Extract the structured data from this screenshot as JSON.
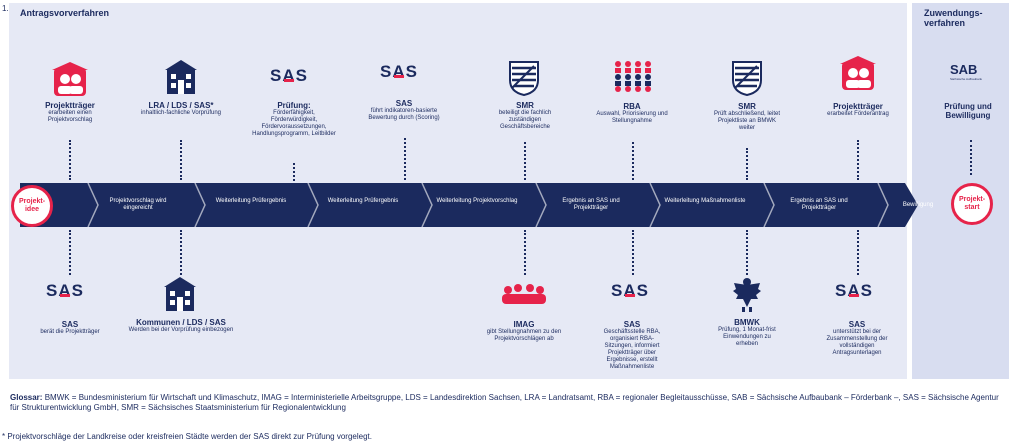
{
  "footnote_marker": "1.",
  "panel_main_title": "Antragsvorverfahren",
  "panel_right_title": "Zuwendungs-\nverfahren",
  "colors": {
    "navy": "#1b2a5e",
    "red": "#e6234a",
    "panel": "#e6e9f5",
    "panel_right": "#d8ddf0"
  },
  "top_steps": [
    {
      "icon": "people-icon",
      "title": "Projektträger",
      "text": "erarbeiten einen Projektvorschlag"
    },
    {
      "icon": "building-icon",
      "title": "LRA / LDS / SAS*",
      "text": "inhaltlich-fachliche Vorprüfung"
    },
    {
      "icon": "sas-logo",
      "title": "Prüfung:",
      "text": "Förderfähigkeit, Förderwürdigkeit, Fördervoraussetzungen, Handlungsprogramm, Leitbilder"
    },
    {
      "icon": "sas-logo",
      "title": "SAS",
      "text": "führt indikatoren-basierte Bewertung durch (Scoring)"
    },
    {
      "icon": "crest-icon",
      "title": "SMR",
      "text": "beteiligt die fachlich zuständigen Geschäftsbereiche"
    },
    {
      "icon": "people-grid-icon",
      "title": "RBA",
      "text": "Auswahl, Priorisierung und Stellungnahme"
    },
    {
      "icon": "crest-icon",
      "title": "SMR",
      "text": "Prüft abschließend, leitet Projektliste an BMWK weiter"
    },
    {
      "icon": "people-icon",
      "title": "Projektträger",
      "text": "erarbeitet Förderantrag"
    },
    {
      "icon": "sab-logo",
      "title": "Prüfung und Bewilligung",
      "text": ""
    }
  ],
  "sab_logo_text": "SAB",
  "sab_logo_sub": "Sächsische Aufbaubank",
  "sas_logo_text": {
    "s1": "S",
    "a": "A",
    "s2": "S"
  },
  "start_circle": "Projekt-\nidee",
  "end_circle": "Projekt-\nstart",
  "arrow_labels": [
    "Projektvorschlag wird eingereicht",
    "Weiterleitung Prüfergebnis",
    "Weiterleitung Prüfergebnis",
    "Weiterleitung Projektvorschlag",
    "Ergebnis an SAS und Projektträger",
    "Weiterleitung Maßnahmenliste",
    "Ergebnis an SAS und Projektträger",
    "Bewilligung"
  ],
  "bottom_steps": [
    {
      "icon": "sas-logo",
      "title": "SAS",
      "text": "berät die Projektträger"
    },
    {
      "icon": "building-icon",
      "title": "Kommunen / LDS / SAS",
      "text": "Werden bei der Vorprüfung einbezogen"
    },
    {
      "icon": "table-icon",
      "title": "IMAG",
      "text": "gibt Stellungnahmen zu den Projektvorschlägen ab"
    },
    {
      "icon": "sas-logo",
      "title": "SAS",
      "text": "Geschäftsstelle RBA, organisiert RBA-Sitzungen, informiert Projektträger über Ergebnisse, erstellt Maßnahmenliste"
    },
    {
      "icon": "eagle-icon",
      "title": "BMWK",
      "text": "Prüfung, 1 Monat-frist Einwendungen zu erheben"
    },
    {
      "icon": "sas-logo",
      "title": "SAS",
      "text": "unterstützt bei der Zusammenstellung der vollständigen Antragsunterlagen"
    }
  ],
  "glossar_label": "Glossar:",
  "glossar_text": " BMWK = Bundesministerium für Wirtschaft und Klimaschutz, IMAG = Interministerielle Arbeitsgruppe, LDS = Landesdirektion Sachsen, LRA = Landratsamt, RBA = regionaler Begleitausschüsse, SAB = Sächsische Aufbaubank – Förderbank –, SAS = Sächsische Agentur für Strukturentwicklung GmbH, SMR = Sächsisches Staatsministerium für Regionalentwicklung",
  "footnote": "* Projektvorschläge der Landkreise oder kreisfreien Städte werden der SAS direkt zur Prüfung vorgelegt."
}
